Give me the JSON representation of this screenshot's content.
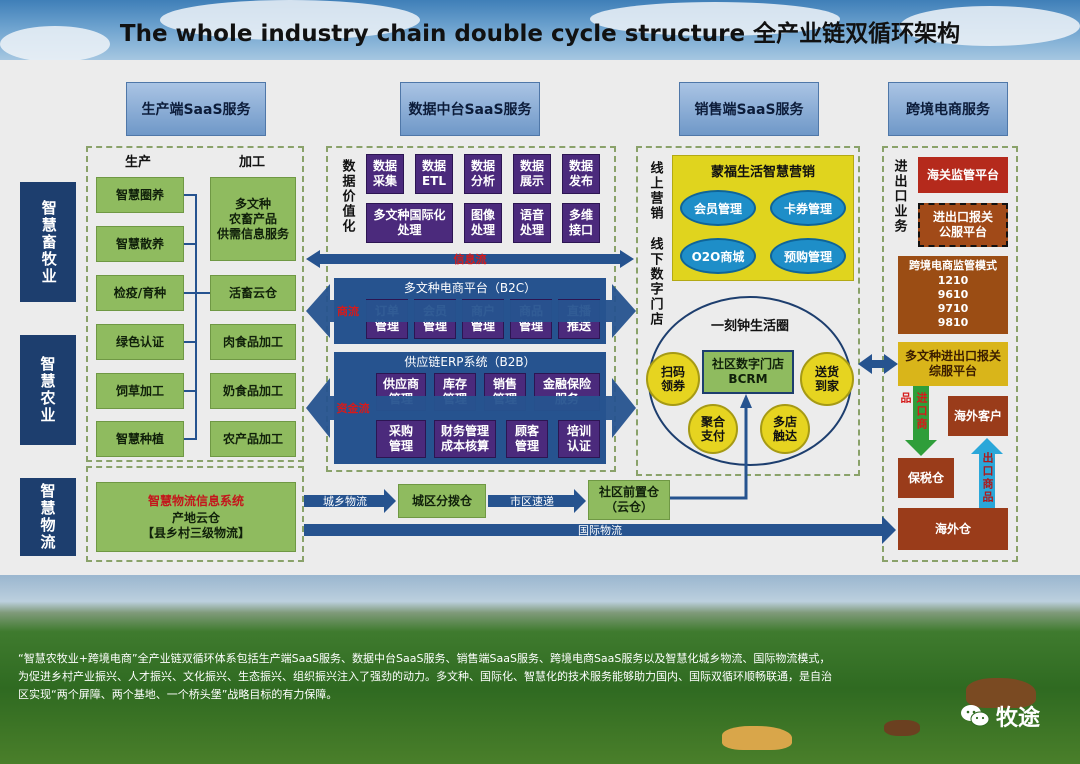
{
  "title": "The whole industry chain double cycle structure  全产业链双循环架构",
  "headers": [
    "生产端SaaS服务",
    "数据中台SaaS服务",
    "销售端SaaS服务",
    "跨境电商服务"
  ],
  "left_rows": [
    "智慧畜牧业",
    "智慧农业",
    "智慧物流"
  ],
  "production": {
    "col1_title": "生产",
    "col2_title": "加工",
    "col1": [
      "智慧圈养",
      "智慧散养",
      "检疫/育种",
      "绿色认证",
      "饲草加工",
      "智慧种植"
    ],
    "col2_top": "多文种\n农畜产品\n供需信息服务",
    "col2": [
      "活畜云仓",
      "肉食品加工",
      "奶食品加工",
      "农产品加工"
    ],
    "logistics_title": "智慧物流信息系统",
    "logistics_sub": "产地云仓\n【县乡村三级物流】"
  },
  "data_center": {
    "side_label": "数据价值化",
    "row1": [
      "数据\n采集",
      "数据\nETL",
      "数据\n分析",
      "数据\n展示",
      "数据\n发布"
    ],
    "row2": [
      "多文种国际化\n处理",
      "图像\n处理",
      "语音\n处理",
      "多维\n接口"
    ],
    "info_flow": "信息流",
    "b2c_title": "多文种电商平台（B2C）",
    "goods_flow": "商流",
    "b2c": [
      "订单\n管理",
      "会员\n管理",
      "商户\n管理",
      "商品\n管理",
      "直播\n推送"
    ],
    "erp_title": "供应链ERP系统（B2B）",
    "funds_flow": "资金流",
    "erp_row1": [
      "供应商\n管理",
      "库存\n管理",
      "销售\n管理",
      "金融保险\n服务"
    ],
    "erp_row2": [
      "采购\n管理",
      "财务管理\n成本核算",
      "顾客\n管理",
      "培训\n认证"
    ]
  },
  "sales": {
    "online_label": "线上营销",
    "offline_label": "线下数字门店",
    "marketing_title": "蒙福生活智慧营销",
    "ovals": [
      "会员管理",
      "卡券管理",
      "O2O商城",
      "预购管理"
    ],
    "circle_title": "一刻钟生活圈",
    "center": "社区数字门店\nBCRM",
    "circles": [
      "扫码\n领券",
      "送货\n到家",
      "聚合\n支付",
      "多店\n触达"
    ]
  },
  "logistics_flow": {
    "urban_rural": "城乡物流",
    "district_hub": "城区分拨仓",
    "city_express": "市区速递",
    "community": "社区前置仓\n（云仓）",
    "international": "国际物流"
  },
  "crossborder": {
    "side_label": "进出口业务",
    "customs": "海关监管平台",
    "declaration": "进出口报关\n公服平台",
    "mode_title": "跨境电商监管模式",
    "modes": [
      "1210",
      "9610",
      "9710",
      "9810"
    ],
    "service": "多文种进出口报关\n综服平台",
    "import_goods": "进口商品",
    "export_goods": "出口商品",
    "overseas_customer": "海外客户",
    "bonded": "保税仓",
    "overseas_wh": "海外仓"
  },
  "footer": "“智慧农牧业+跨境电商”全产业链双循环体系包括生产端SaaS服务、数据中台SaaS服务、销售端SaaS服务、跨境电商SaaS服务以及智慧化城乡物流、国际物流模式，为促进乡村产业振兴、人才振兴、文化振兴、生态振兴、组织振兴注入了强劲的动力。多文种、国际化、智慧化的技术服务能够助力国内、国际双循环顺畅联通，是自治区实现“两个屏障、两个基地、一个桥头堡”战略目标的有力保障。",
  "brand": "牧途",
  "colors": {
    "navy": "#1d3e6e",
    "green": "#8fbb5f",
    "purple": "#4b2a7c",
    "yellow": "#e0d41e",
    "red": "#b52a1c"
  }
}
